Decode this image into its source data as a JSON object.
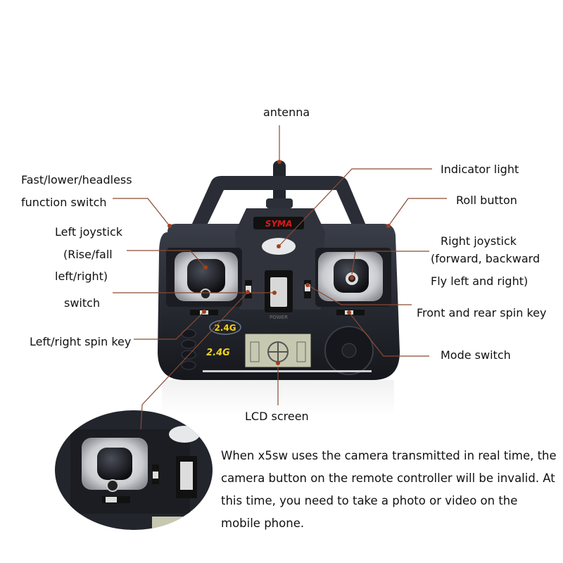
{
  "product": {
    "brand_logo": "SYMA",
    "badge_2_4g": "2.4G",
    "badge_2_4g_small": "2.4G",
    "power_label": "POWER"
  },
  "callouts": {
    "antenna": "antenna",
    "indicator_light": "Indicator light",
    "fast_lower_headless_line1": "Fast/lower/headless",
    "fast_lower_headless_line2": "function switch",
    "roll_button": "Roll button",
    "left_joystick_line1": "Left joystick",
    "left_joystick_line2": "(Rise/fall",
    "left_joystick_line3": "left/right)",
    "switch": "switch",
    "right_joystick_line1": "Right joystick",
    "right_joystick_line2": "(forward, backward",
    "right_joystick_line3": "Fly left and right)",
    "front_rear_spin_key": "Front and rear spin key",
    "left_right_spin_key": "Left/right spin key",
    "mode_switch": "Mode switch",
    "lcd_screen": "LCD screen"
  },
  "note": {
    "text": "When x5sw uses the camera transmitted in real time, the camera button on the remote controller will be invalid. At this time, you need to take a photo or video on the mobile phone."
  },
  "colors": {
    "leader_line": "#8a4a33",
    "dot": "#a0401e",
    "body": "#23262e",
    "logo_red": "#e01818",
    "badge_yellow": "#f2d21a"
  }
}
